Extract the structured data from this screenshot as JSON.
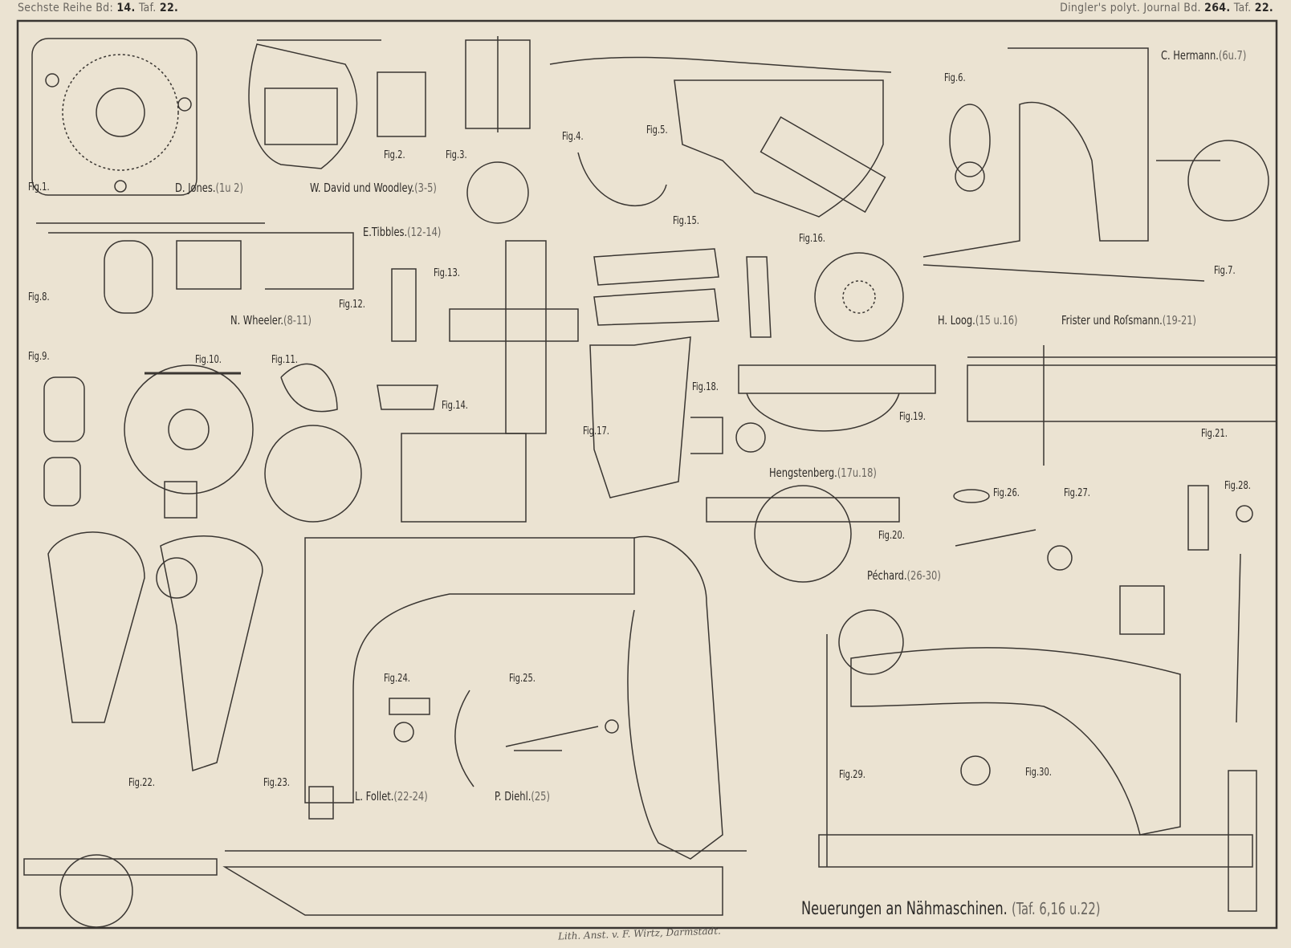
{
  "header": {
    "left_prefix": "Sechste Reihe Bd:",
    "left_vol": "14.",
    "left_taf_label": "Taf.",
    "left_taf": "22.",
    "right_prefix": "Dingler's polyt. Journal Bd.",
    "right_vol": "264.",
    "right_taf_label": "Taf.",
    "right_taf": "22."
  },
  "figures": {
    "f1": "Fig.1.",
    "f2": "Fig.2.",
    "f3": "Fig.3.",
    "f4": "Fig.4.",
    "f5": "Fig.5.",
    "f6": "Fig.6.",
    "f7": "Fig.7.",
    "f8": "Fig.8.",
    "f9": "Fig.9.",
    "f10": "Fig.10.",
    "f11": "Fig.11.",
    "f12": "Fig.12.",
    "f13": "Fig.13.",
    "f14": "Fig.14.",
    "f15": "Fig.15.",
    "f16": "Fig.16.",
    "f17": "Fig.17.",
    "f18": "Fig.18.",
    "f19": "Fig.19.",
    "f20": "Fig.20.",
    "f21": "Fig.21.",
    "f22": "Fig.22.",
    "f23": "Fig.23.",
    "f24": "Fig.24.",
    "f25": "Fig.25.",
    "f26": "Fig.26.",
    "f27": "Fig.27.",
    "f28": "Fig.28.",
    "f29": "Fig.29.",
    "f30": "Fig.30."
  },
  "inventors": {
    "jones": {
      "name": "D. Jones.",
      "figs": "(1u 2)"
    },
    "david": {
      "name": "W. David und Woodley.",
      "figs": "(3-5)"
    },
    "hermann": {
      "name": "C. Hermann.",
      "figs": "(6u.7)"
    },
    "tibbles": {
      "name": "E.Tibbles.",
      "figs": "(12-14)"
    },
    "wheeler": {
      "name": "N. Wheeler.",
      "figs": "(8-11)"
    },
    "loog": {
      "name": "H. Loog.",
      "figs": "(15 u.16)"
    },
    "frister": {
      "name": "Frister und Roſsmann.",
      "figs": "(19-21)"
    },
    "hengstenberg": {
      "name": "Hengstenberg.",
      "figs": "(17u.18)"
    },
    "pechard": {
      "name": "Péchard.",
      "figs": "(26-30)"
    },
    "follet": {
      "name": "L. Follet.",
      "figs": "(22-24)"
    },
    "diehl": {
      "name": "P. Diehl.",
      "figs": "(25)"
    }
  },
  "plate_title": {
    "main": "Neuerungen an Nähmaschinen.",
    "refs": "(Taf. 6,16 u.22)"
  },
  "imprint": "Lith. Anst. v. F. Wirtz, Darmstadt."
}
